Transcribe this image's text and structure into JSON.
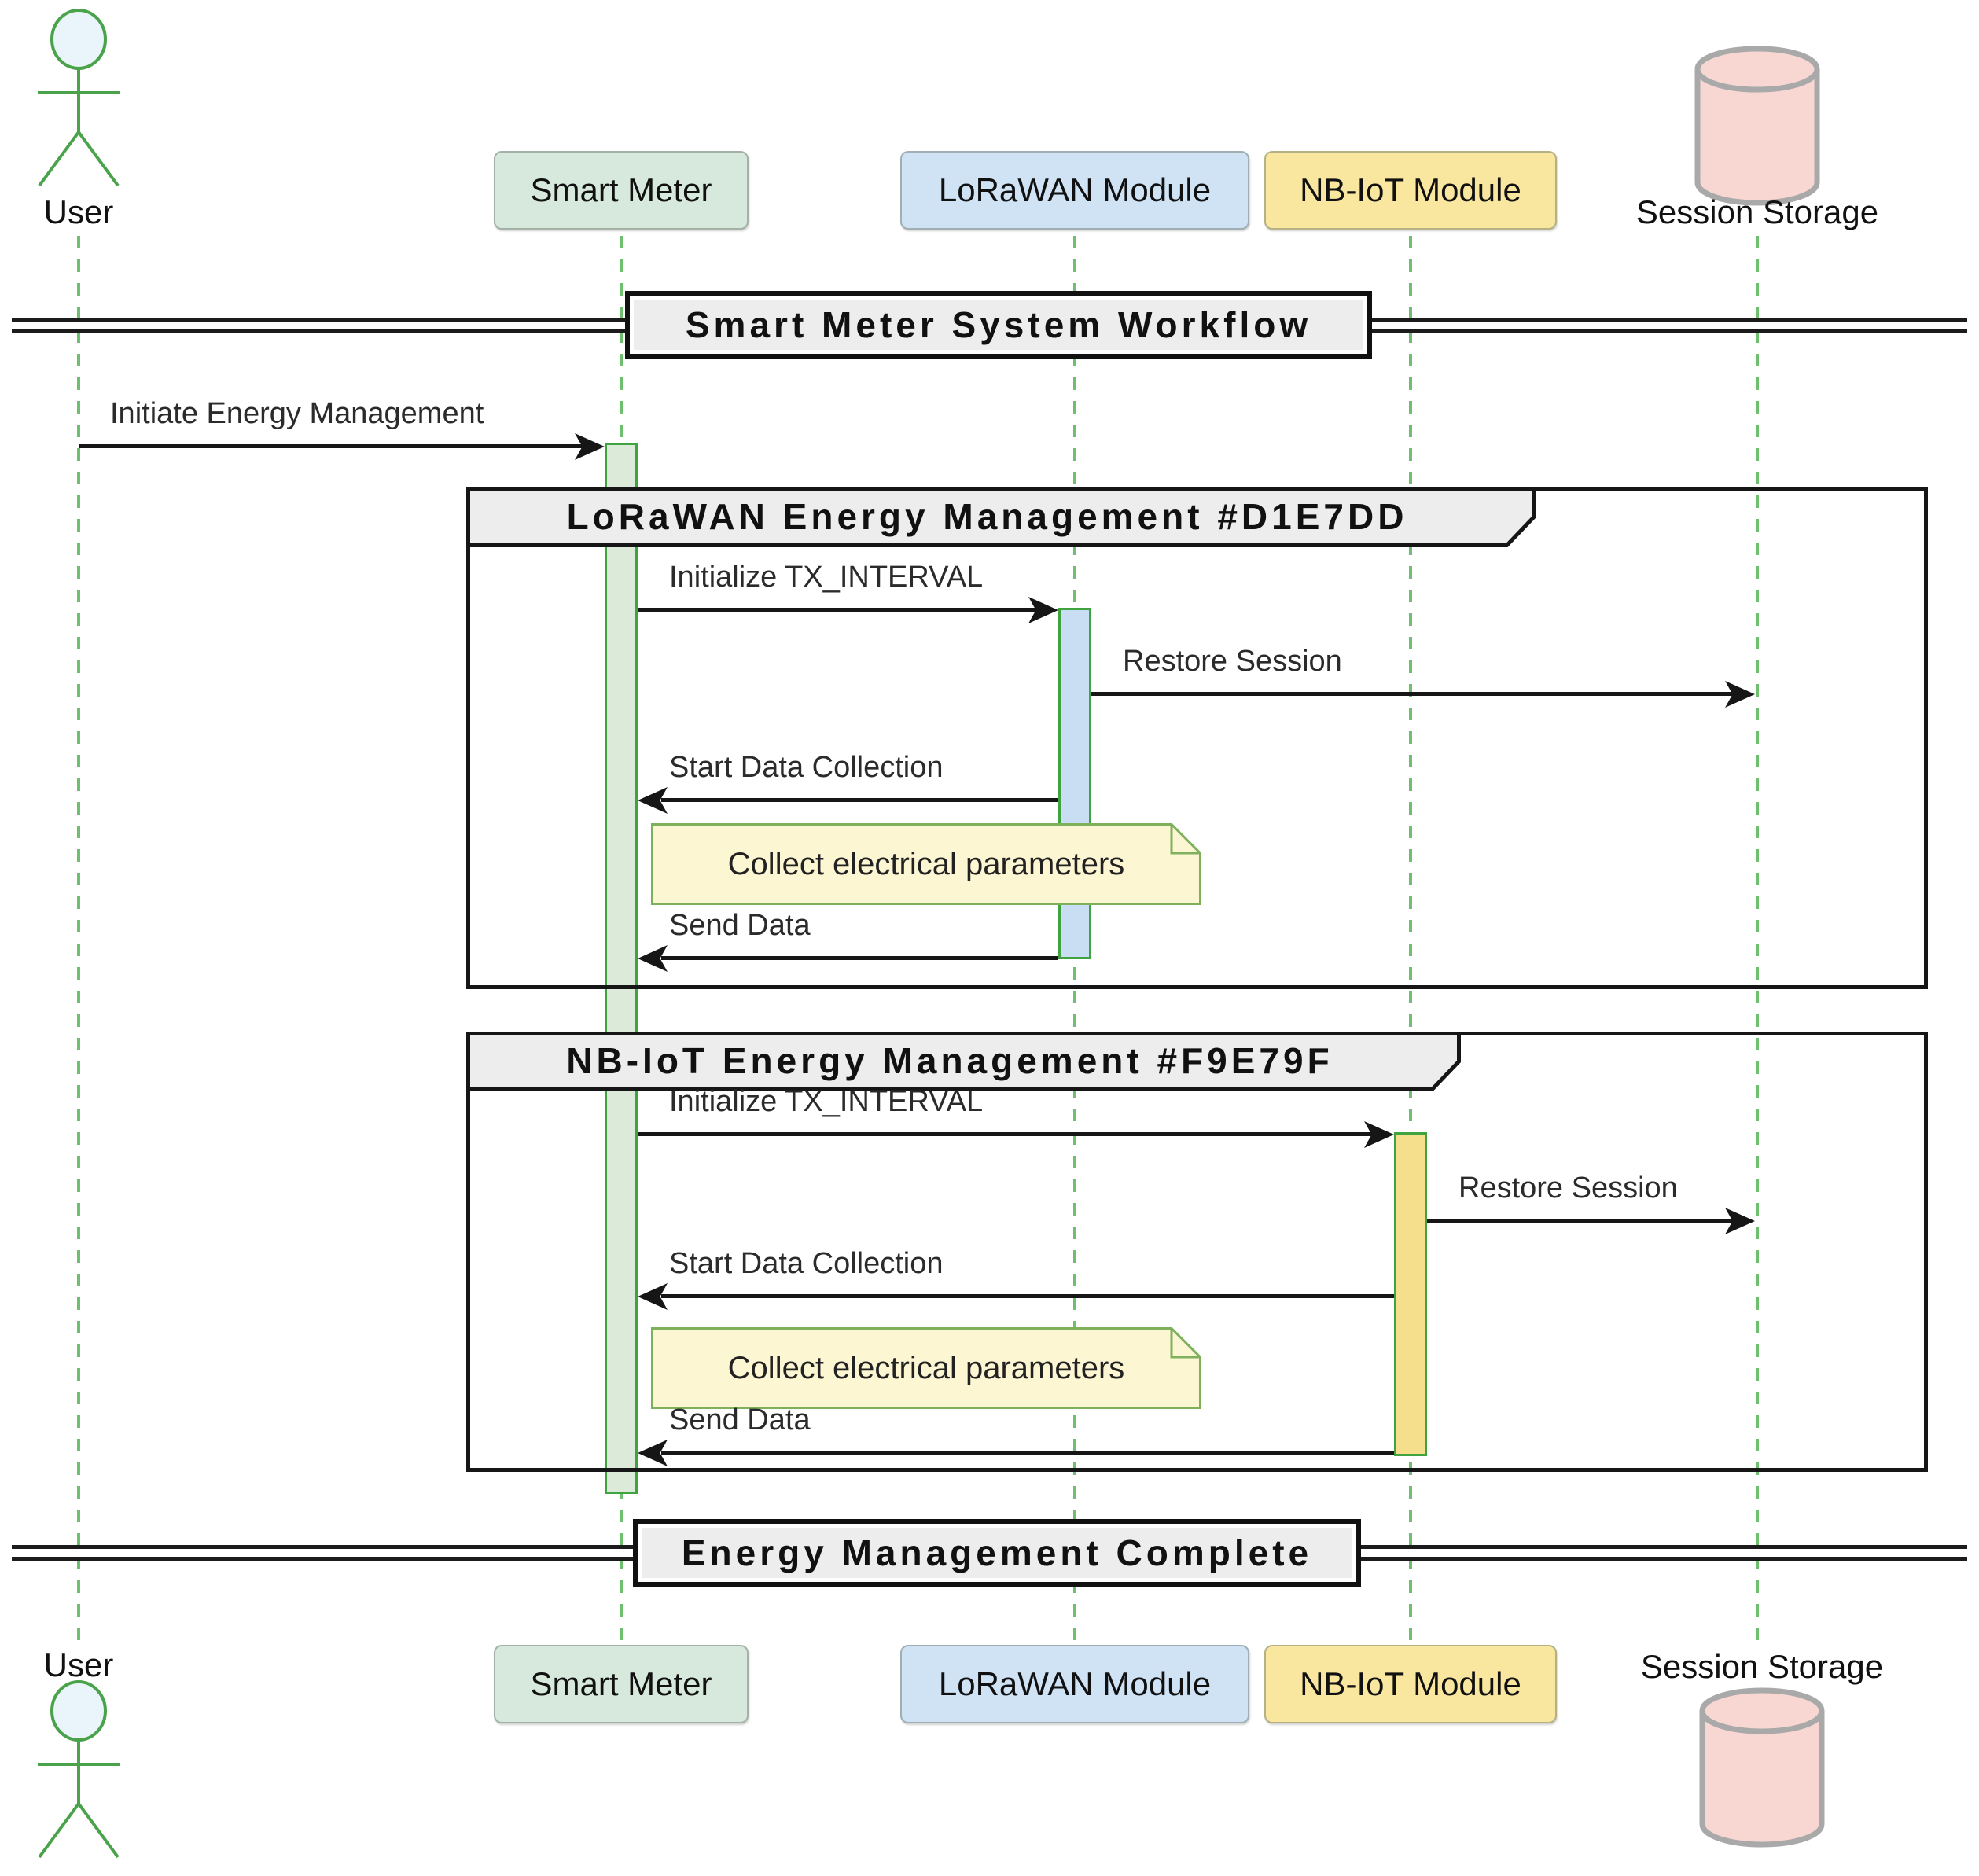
{
  "participants": [
    {
      "label": "User",
      "type": "actor"
    },
    {
      "label": "Smart Meter",
      "type": "participant",
      "fill": "#d7e8dc"
    },
    {
      "label": "LoRaWAN Module",
      "type": "participant",
      "fill": "#cfe3f5"
    },
    {
      "label": "NB-IoT Module",
      "type": "participant",
      "fill": "#f9e79f"
    },
    {
      "label": "Session Storage",
      "type": "database",
      "fill": "#f8d7d3"
    }
  ],
  "dividers": [
    {
      "label": "Smart Meter System Workflow"
    },
    {
      "label": "Energy Management Complete"
    }
  ],
  "frames": [
    {
      "label": "LoRaWAN Energy Management #D1E7DD",
      "color_ref": "#D1E7DD"
    },
    {
      "label": "NB-IoT Energy Management #F9E79F",
      "color_ref": "#F9E79F"
    }
  ],
  "messages": [
    {
      "label": "Initiate Energy Management",
      "from": "User",
      "to": "Smart Meter",
      "direction": "right"
    },
    {
      "label": "Initialize TX_INTERVAL",
      "from": "Smart Meter",
      "to": "LoRaWAN Module",
      "direction": "right"
    },
    {
      "label": "Restore Session",
      "from": "LoRaWAN Module",
      "to": "Session Storage",
      "direction": "right"
    },
    {
      "label": "Start Data Collection",
      "from": "LoRaWAN Module",
      "to": "Smart Meter",
      "direction": "left"
    },
    {
      "label": "Send Data",
      "from": "LoRaWAN Module",
      "to": "Smart Meter",
      "direction": "left"
    },
    {
      "label": "Initialize TX_INTERVAL",
      "from": "Smart Meter",
      "to": "NB-IoT Module",
      "direction": "right"
    },
    {
      "label": "Restore Session",
      "from": "NB-IoT Module",
      "to": "Session Storage",
      "direction": "right"
    },
    {
      "label": "Start Data Collection",
      "from": "NB-IoT Module",
      "to": "Smart Meter",
      "direction": "left"
    },
    {
      "label": "Send Data",
      "from": "NB-IoT Module",
      "to": "Smart Meter",
      "direction": "left"
    }
  ],
  "notes": [
    {
      "label": "Collect electrical parameters"
    },
    {
      "label": "Collect electrical parameters"
    }
  ],
  "colors": {
    "lifeline": "#6ec06e",
    "actor_stroke": "#4aa34a",
    "actor_head_fill": "#eaf5fb",
    "arrow": "#161616",
    "frame_border": "#161616",
    "divider_fill": "#ededed",
    "note_fill": "#fdf6d3",
    "note_border": "#7fb05c",
    "activation_border": "#3fa33f",
    "smart_meter_activation_fill": "#dcead9",
    "lorawan_activation_fill": "#c9def3",
    "nbiot_activation_fill": "#f5df8d",
    "storage_stroke": "#a9a9a9"
  }
}
